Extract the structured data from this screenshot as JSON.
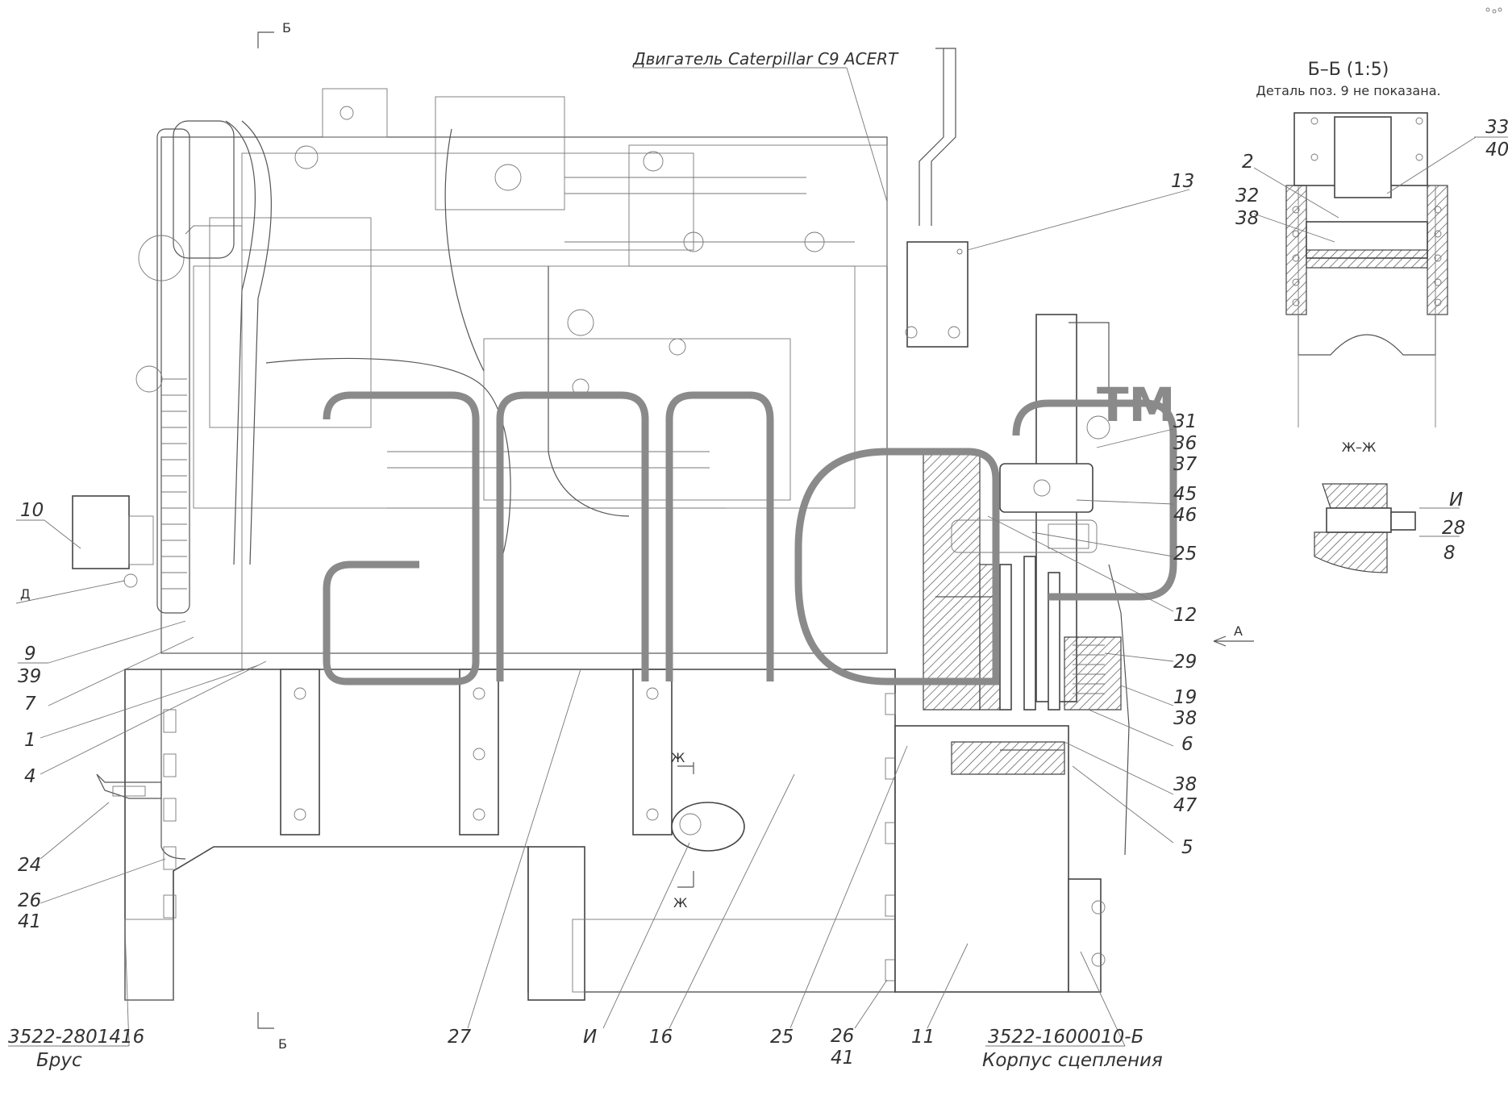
{
  "title": "Двигатель Caterpillar C9 ACERT",
  "section_bb": {
    "title": "Б–Б (1:5)",
    "note": "Деталь поз. 9 не показана.",
    "callouts": [
      "33",
      "40",
      "2",
      "32",
      "38"
    ]
  },
  "section_zz": {
    "title": "Ж–Ж",
    "callouts": [
      "И",
      "28",
      "8"
    ]
  },
  "section_marks": {
    "b_top": "Б",
    "b_bottom": "Б",
    "view_a": "А",
    "d": "Д",
    "zh_top": "Ж",
    "zh_bottom": "Ж"
  },
  "left_callouts": [
    "10",
    "9",
    "39",
    "7",
    "1",
    "4",
    "24",
    "26",
    "41"
  ],
  "right_callouts": [
    "13",
    "31",
    "36",
    "37",
    "45",
    "46",
    "25",
    "12",
    "29",
    "19",
    "38",
    "6",
    "38",
    "47",
    "5"
  ],
  "bottom_callouts": [
    "27",
    "И",
    "16",
    "25",
    "26",
    "41",
    "11"
  ],
  "part_left": {
    "code": "3522-2801416",
    "name": "Брус"
  },
  "part_right": {
    "code": "3522-1600010-Б",
    "name": "Корпус сцепления"
  },
  "watermark": {
    "text": "TM"
  },
  "colors": {
    "line": "#444444",
    "text": "#333333",
    "watermark": "#8a8a8a"
  }
}
